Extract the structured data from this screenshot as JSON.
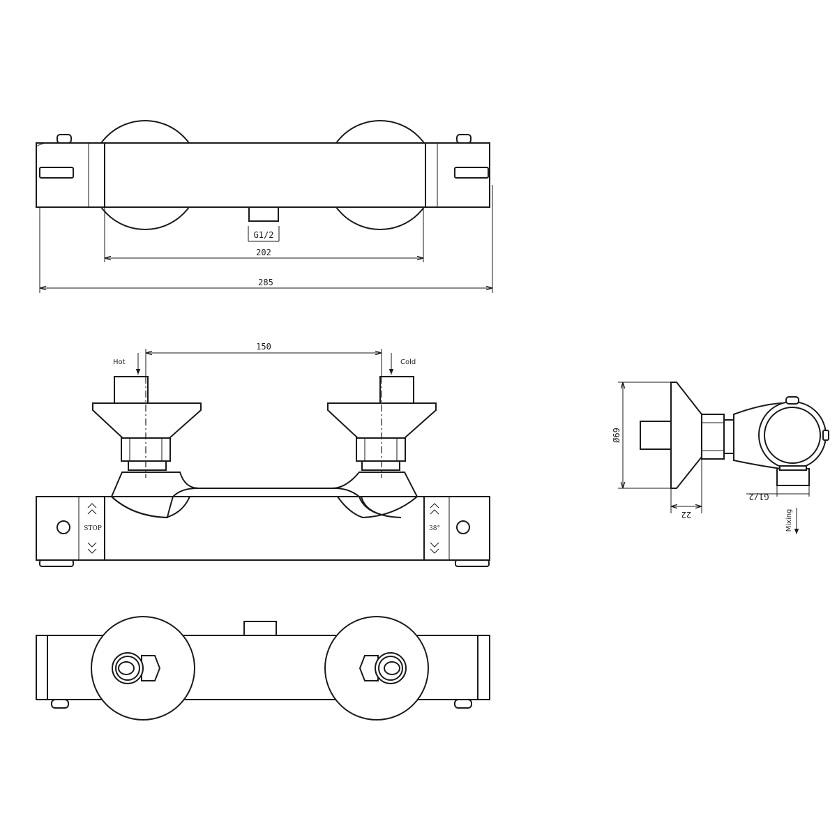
{
  "top_view": {
    "thread_label": "G1/2",
    "dim_inner": "202",
    "dim_overall": "285"
  },
  "front_view": {
    "dim_inlet_spacing": "150",
    "hot_label": "Hot",
    "cold_label": "Cold",
    "stop_label": "STOP",
    "temp_label": "38°"
  },
  "side_view": {
    "dim_diameter": "Ø69",
    "dim_depth": "22",
    "thread_label": "G1/2",
    "mixing_label": "Mixing"
  },
  "colors": {
    "line": "#1a1a1a",
    "background": "#ffffff"
  }
}
